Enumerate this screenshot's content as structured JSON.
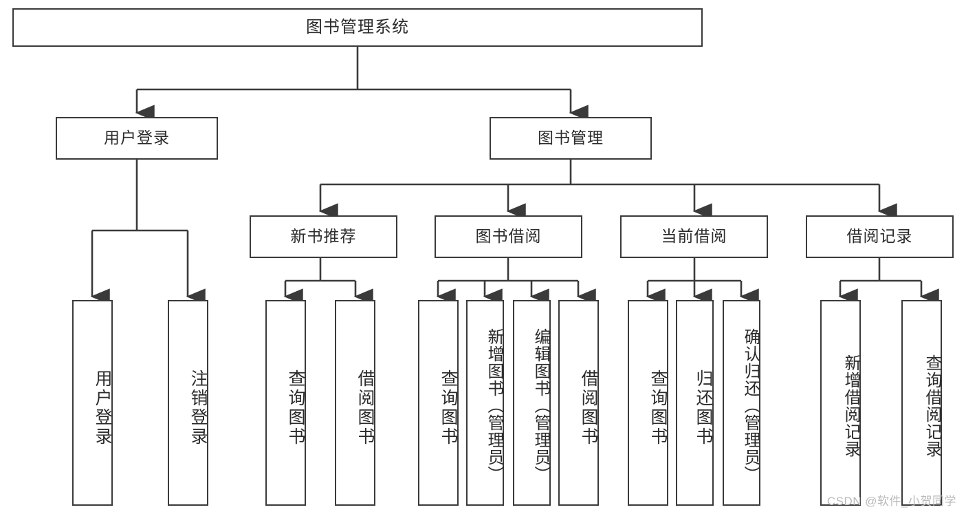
{
  "diagram": {
    "type": "tree",
    "title": "图书管理系统",
    "watermark": "CSDN @软件_小贺同学",
    "colors": {
      "box_border": "#3a3a3a",
      "box_fill": "#ffffff",
      "edge": "#3a3a3a",
      "text": "#2b2b2b",
      "watermark": "#b9b9b9",
      "background": "#ffffff"
    },
    "levels": {
      "root": "图书管理系统",
      "level2": [
        "用户登录",
        "图书管理"
      ],
      "level3": [
        "新书推荐",
        "图书借阅",
        "当前借阅",
        "借阅记录"
      ]
    },
    "nodes": {
      "root": {
        "label": "图书管理系统"
      },
      "user_login": {
        "label": "用户登录"
      },
      "book_manage": {
        "label": "图书管理"
      },
      "new_book_rec": {
        "label": "新书推荐"
      },
      "book_borrow": {
        "label": "图书借阅"
      },
      "current_borrow": {
        "label": "当前借阅"
      },
      "borrow_record": {
        "label": "借阅记录"
      },
      "leaf_user_login": {
        "label": "用户登录"
      },
      "leaf_user_logout": {
        "label": "注销登录"
      },
      "leaf_rec_query": {
        "label": "查询图书"
      },
      "leaf_rec_borrow": {
        "label": "借阅图书"
      },
      "leaf_borrow_query": {
        "label": "查询图书"
      },
      "leaf_borrow_add": {
        "label": "新增图书（管理员）"
      },
      "leaf_borrow_edit": {
        "label": "编辑图书（管理员）"
      },
      "leaf_borrow_lend": {
        "label": "借阅图书"
      },
      "leaf_cur_query": {
        "label": "查询图书"
      },
      "leaf_cur_return": {
        "label": "归还图书"
      },
      "leaf_cur_confirm": {
        "label": "确认归还（管理员）"
      },
      "leaf_rec_add": {
        "label": "新增借阅记录"
      },
      "leaf_rec_search": {
        "label": "查询借阅记录"
      }
    }
  }
}
